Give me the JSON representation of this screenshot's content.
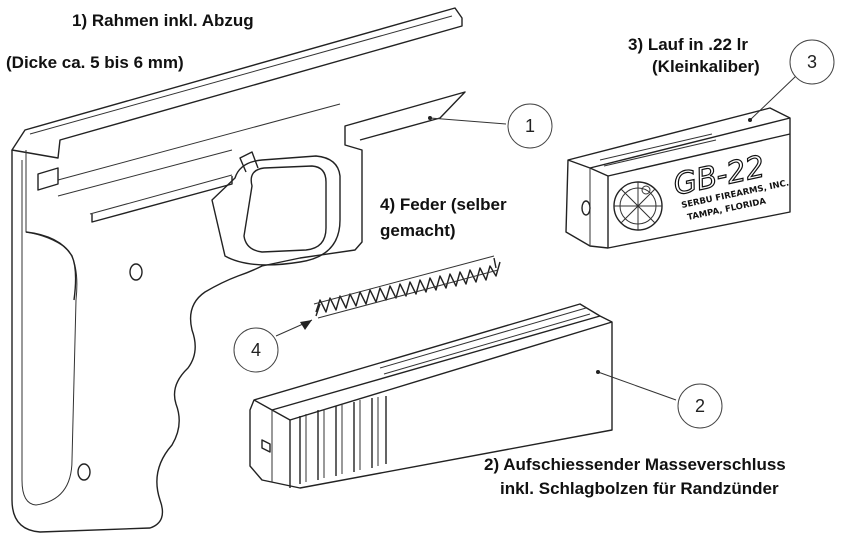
{
  "labels": {
    "frame_title": "1) Rahmen inkl. Abzug",
    "frame_note": "(Dicke ca. 5 bis 6 mm)",
    "barrel_title": "3) Lauf in .22 lr",
    "barrel_note": "(Kleinkaliber)",
    "spring_title": "4) Feder (selber",
    "spring_note": "gemacht)",
    "bolt_title": "2) Aufschiessender Masseverschluss",
    "bolt_note": "inkl. Schlagbolzen für Randzünder"
  },
  "callouts": {
    "frame": "1",
    "bolt": "2",
    "barrel": "3",
    "spring": "4"
  },
  "barrel_markings": {
    "model": "GB-22",
    "maker": "SERBU FIREARMS, INC.",
    "place": "TAMPA, FLORIDA"
  }
}
